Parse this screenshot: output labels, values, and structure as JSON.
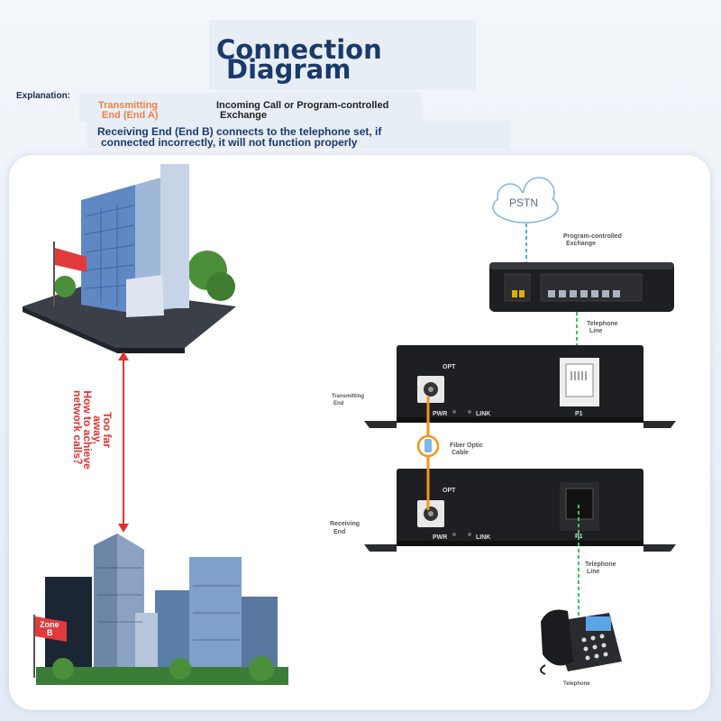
{
  "title": {
    "line1": "Connection",
    "line2": "Diagram"
  },
  "header": {
    "explanation": "Explanation:",
    "transmitting_line1": "Transmitting",
    "transmitting_line2": "End (End A)",
    "incoming_line1": "Incoming Call or Program-controlled",
    "incoming_line2": "Exchange",
    "receiving_line1": "Receiving End (End B) connects to the telephone set, if",
    "receiving_line2": "connected incorrectly, it will not function properly"
  },
  "left_scene": {
    "far_line1": "Too far",
    "far_line2": "away,",
    "far_line3": "How to achieve",
    "far_line4": "network calls？",
    "zone_b_line1": "Zone",
    "zone_b_line2": "B"
  },
  "diagram": {
    "pstn": "PSTN",
    "exchange_line1": "Program-controlled",
    "exchange_line2": "Exchange",
    "tel_line_top_1": "Telephone",
    "tel_line_top_2": "Line",
    "transmitting_end_1": "Transmitting",
    "transmitting_end_2": "End",
    "opt_top": "OPT",
    "pwr_top": "PWR",
    "link_top": "LINK",
    "p1_top": "P1",
    "fiber_1": "Fiber Optic",
    "fiber_2": "Cable",
    "receiving_end_1": "Receiving",
    "receiving_end_2": "End",
    "opt_bottom": "OPT",
    "pwr_bottom": "PWR",
    "link_bottom": "LINK",
    "p1_bottom": "P1",
    "tel_line_bottom_1": "Telephone",
    "tel_line_bottom_2": "Line",
    "telephone": "Telephone"
  },
  "colors": {
    "title": "#1b3a6b",
    "accent_orange": "#f08040",
    "fiber": "#f0961e",
    "arrow_red": "#e53030",
    "line_blue": "#4ab0e8",
    "line_green": "#3ec06a",
    "device_body": "#1e1f22"
  }
}
